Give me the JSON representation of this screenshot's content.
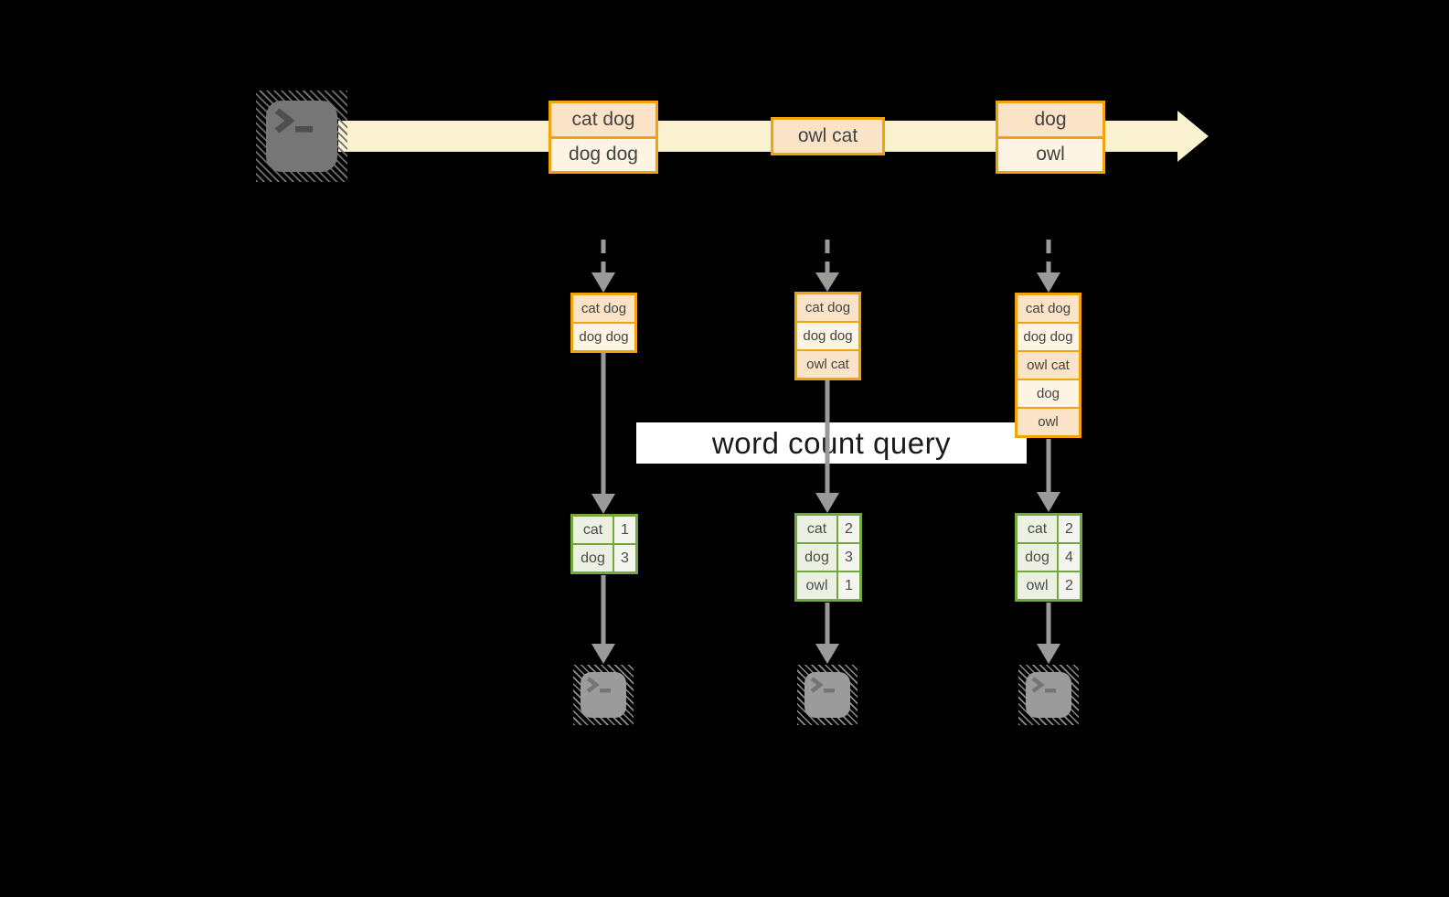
{
  "colors": {
    "background": "#000000",
    "accent_orange": "#F0A30A",
    "fill_peach": "#FAE3C7",
    "fill_cream": "#FDF4E4",
    "stream_band": "#FAF1D0",
    "accent_green": "#74A83E",
    "fill_green_cell": "#ECF0E3",
    "arrow_gray": "#9A9A9A",
    "query_box": "#FFFFFF"
  },
  "stream": {
    "source_icon": "terminal-icon",
    "events": [
      {
        "lines": [
          "cat dog",
          "dog dog"
        ]
      },
      {
        "lines": [
          "owl cat"
        ]
      },
      {
        "lines": [
          "dog",
          "owl"
        ]
      }
    ]
  },
  "query": {
    "label": "word count query"
  },
  "columns": [
    {
      "state": [
        "cat dog",
        "dog dog"
      ],
      "counts": [
        [
          "cat",
          "1"
        ],
        [
          "dog",
          "3"
        ]
      ],
      "sink_icon": "terminal-icon"
    },
    {
      "state": [
        "cat dog",
        "dog dog",
        "owl cat"
      ],
      "counts": [
        [
          "cat",
          "2"
        ],
        [
          "dog",
          "3"
        ],
        [
          "owl",
          "1"
        ]
      ],
      "sink_icon": "terminal-icon"
    },
    {
      "state": [
        "cat dog",
        "dog dog",
        "owl cat",
        "dog",
        "owl"
      ],
      "counts": [
        [
          "cat",
          "2"
        ],
        [
          "dog",
          "4"
        ],
        [
          "owl",
          "2"
        ]
      ],
      "sink_icon": "terminal-icon"
    }
  ]
}
